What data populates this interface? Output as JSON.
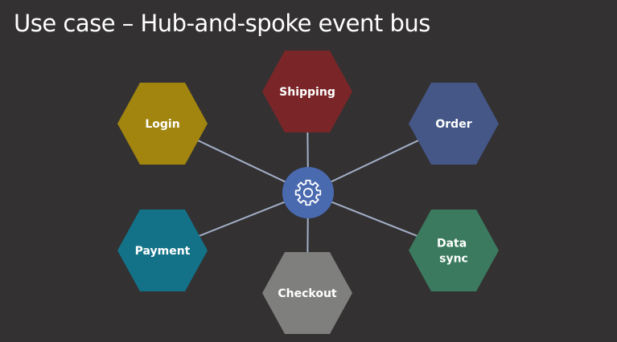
{
  "slide": {
    "title": "Use case – Hub-and-spoke event bus"
  },
  "hub": {
    "icon": "gear-icon",
    "color": "#4a6ab0"
  },
  "spokes": [
    {
      "id": "shipping",
      "lines": [
        "Shipping"
      ],
      "color": "#7a2628"
    },
    {
      "id": "login",
      "lines": [
        "Login"
      ],
      "color": "#a1850f"
    },
    {
      "id": "order",
      "lines": [
        "Order"
      ],
      "color": "#445787"
    },
    {
      "id": "payment",
      "lines": [
        "Payment"
      ],
      "color": "#137288"
    },
    {
      "id": "data-sync",
      "lines": [
        "Data",
        "sync"
      ],
      "color": "#3b7a5f"
    },
    {
      "id": "checkout",
      "lines": [
        "Checkout"
      ],
      "color": "#7f7f7d"
    }
  ],
  "connector_color": "#a3b0c8"
}
